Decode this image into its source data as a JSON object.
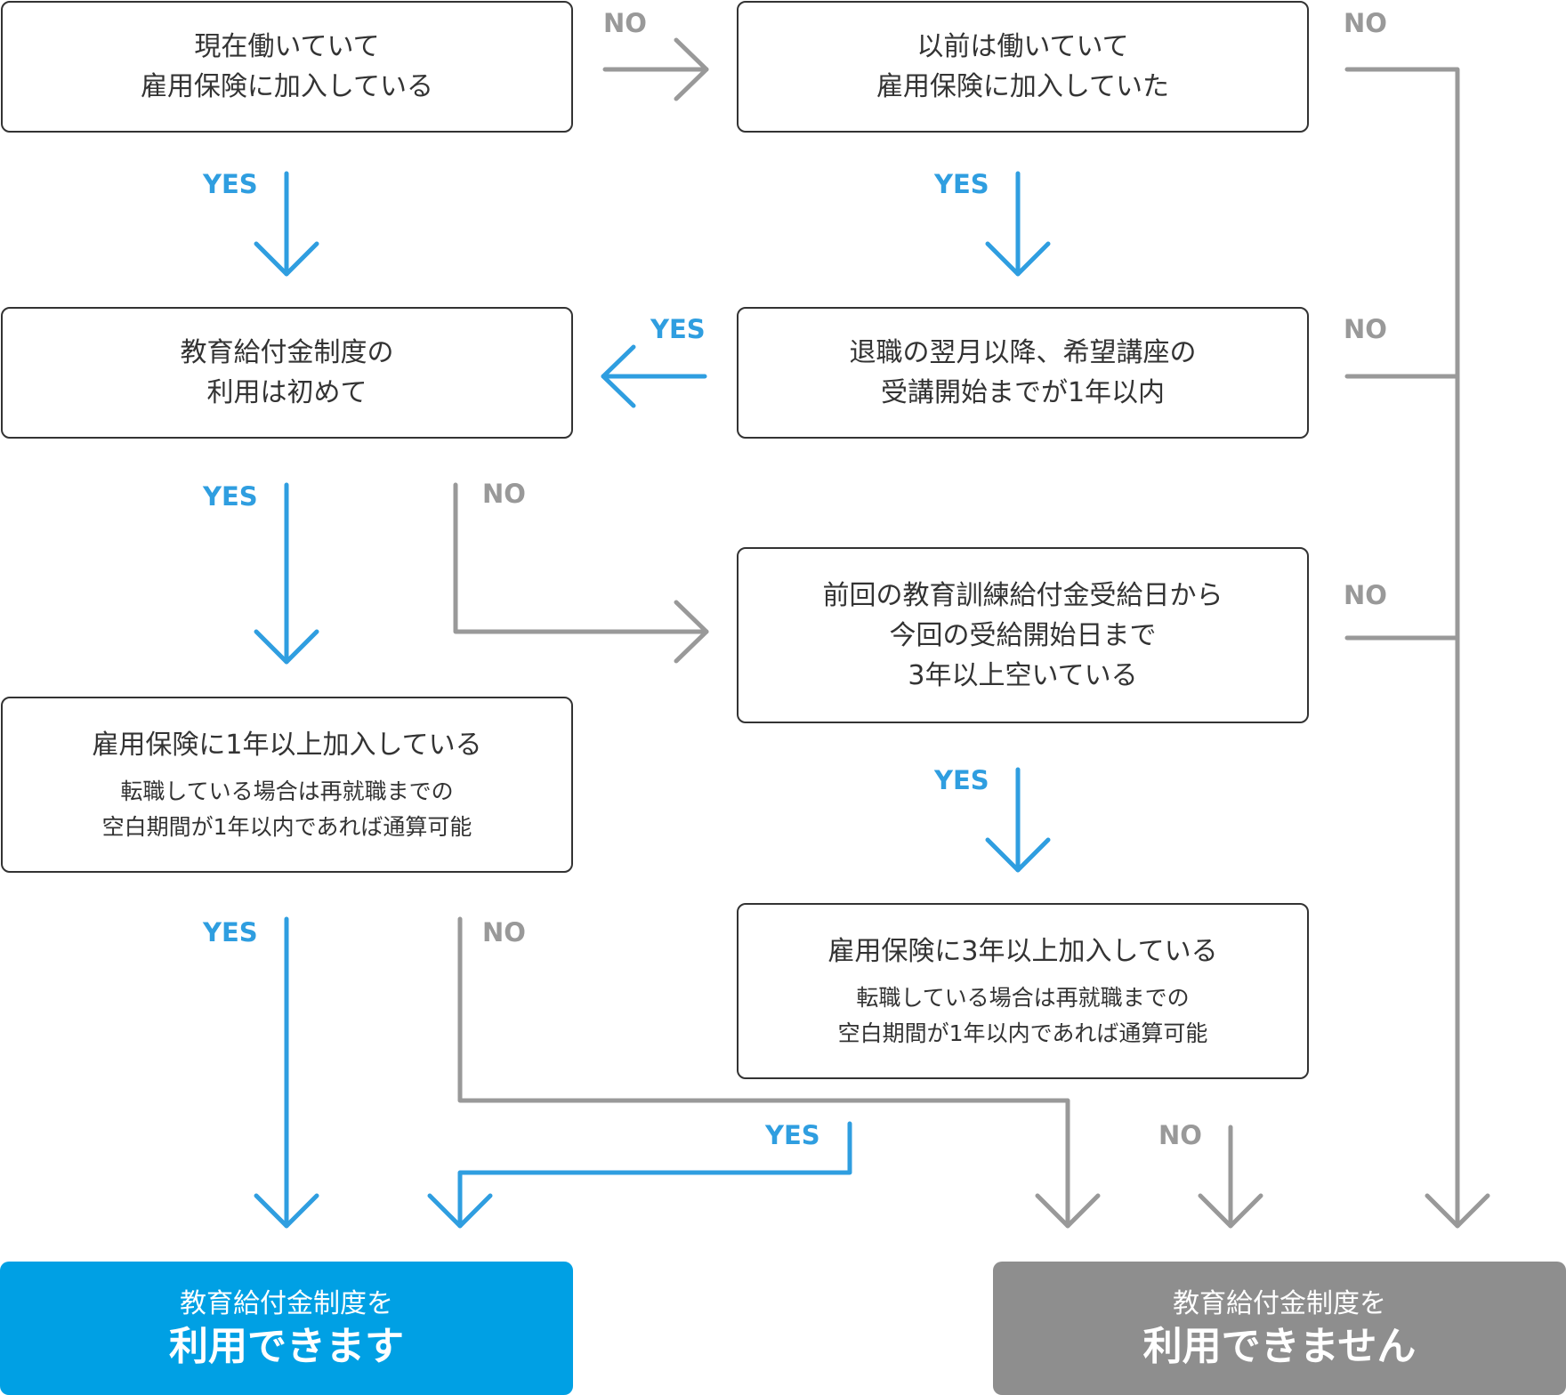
{
  "colors": {
    "yes": "#2f9ee0",
    "no": "#999999",
    "box_border": "#333333",
    "result_yes_bg": "#00a0e4",
    "result_no_bg": "#8e8e8e"
  },
  "boxes": {
    "currently_insured": {
      "text": "現在働いていて\n雇用保険に加入している"
    },
    "previously_insured": {
      "text": "以前は働いていて\n雇用保険に加入していた"
    },
    "first_time_use": {
      "text": "教育給付金制度の\n利用は初めて"
    },
    "within_one_year": {
      "text": "退職の翌月以降、希望講座の\n受講開始までが1年以内"
    },
    "three_year_gap": {
      "text": "前回の教育訓練給付金受給日から\n今回の受給開始日まで\n3年以上空いている"
    },
    "one_year_insured": {
      "text": "雇用保険に1年以上加入している",
      "note": "転職している場合は再就職までの\n空白期間が1年以内であれば通算可能"
    },
    "three_year_insured": {
      "text": "雇用保険に3年以上加入している",
      "note": "転職している場合は再就職までの\n空白期間が1年以内であれば通算可能"
    }
  },
  "labels": {
    "yes": "YES",
    "no": "NO"
  },
  "results": {
    "eligible": {
      "line1": "教育給付金制度を",
      "line2": "利用できます"
    },
    "not_eligible": {
      "line1": "教育給付金制度を",
      "line2": "利用できません"
    }
  }
}
